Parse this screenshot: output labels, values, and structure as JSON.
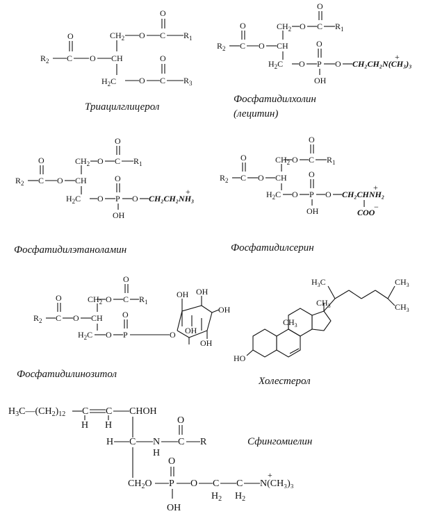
{
  "captions": {
    "triacylglycerol": "Триацилглицерол",
    "phosphatidylcholine_1": "Фосфатидилхолин",
    "phosphatidylcholine_2": "(лецитин)",
    "phosphatidylethanolamine": "Фосфатидилэтаноламин",
    "phosphatidylserine": "Фосфатидилсерин",
    "phosphatidylinositol": "Фосфатидилинозитол",
    "cholesterol": "Холестерол",
    "sphingomyelin": "Сфингомиелин"
  },
  "groups": {
    "choline": "CH₂CH₂N(CH₃)₃",
    "ethanolamine": "CH₂CH₂NH₃",
    "serine_top": "CH₂CHNH₂",
    "serine_coo": "COO",
    "sm_tail": "H₃C—(CH₂)₁₂",
    "sm_amine": "N(CH₃)₃"
  }
}
